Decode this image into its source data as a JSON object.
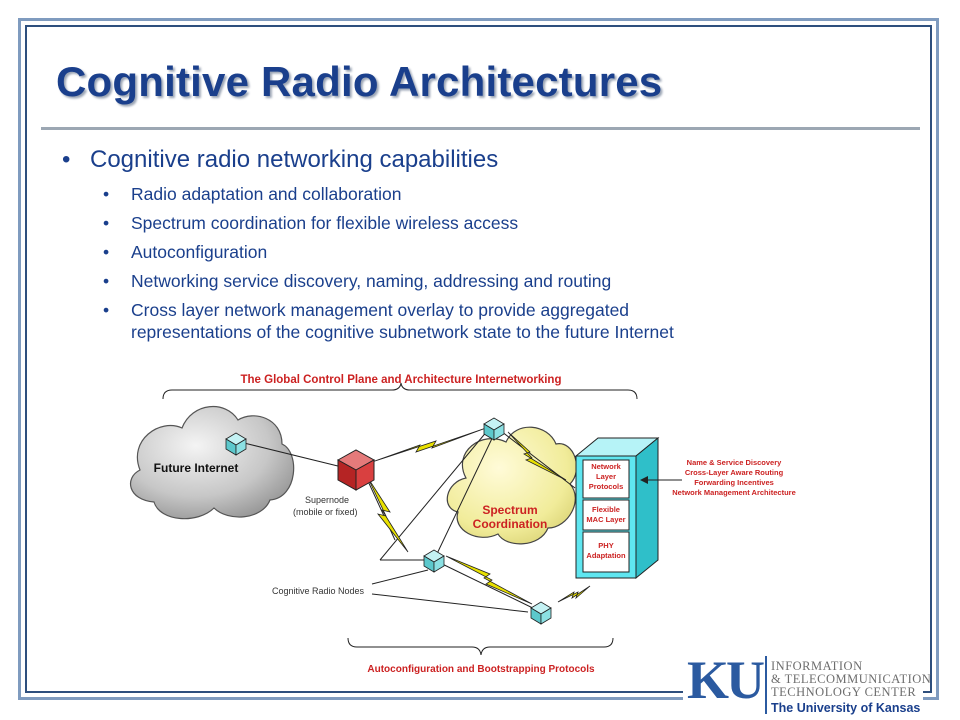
{
  "slide": {
    "title": "Cognitive Radio Architectures",
    "bullet_main": "Cognitive radio networking capabilities",
    "sub_bullets": [
      "Radio adaptation and collaboration",
      "Spectrum coordination for flexible wireless access",
      "Autoconfiguration",
      "Networking service discovery, naming, addressing and routing",
      "Cross layer network management overlay to provide aggregated",
      "representations of the cognitive subnetwork state to the future Internet"
    ]
  },
  "diagram": {
    "top_label": "The Global Control Plane and Architecture Internetworking",
    "bottom_label": "Autoconfiguration and Bootstrapping Protocols",
    "cloud_label": "Future Internet",
    "spectrum_label_1": "Spectrum",
    "spectrum_label_2": "Coordination",
    "supernode_label_1": "Supernode",
    "supernode_label_2": "(mobile or fixed)",
    "nodes_label": "Cognitive Radio Nodes",
    "stack": {
      "network_1": "Network",
      "network_2": "Layer",
      "network_3": "Protocols",
      "mac_1": "Flexible",
      "mac_2": "MAC Layer",
      "phy_1": "PHY",
      "phy_2": "Adaptation"
    },
    "features": [
      "Name & Service Discovery",
      "Cross-Layer Aware Routing",
      "Forwarding Incentives",
      "Network Management Architecture"
    ]
  },
  "logo": {
    "mark": "KU",
    "line1": "INFORMATION",
    "line2": "& TELECOMMUNICATION",
    "line3": "TECHNOLOGY CENTER",
    "university": "The University of Kansas"
  },
  "colors": {
    "title": "#1a3f8c",
    "label_red": "#cc2222",
    "stack_cyan": "#5fe6f0",
    "node_cyan": "#7fe2e6",
    "lightning": "#e8e000",
    "supernode_red": "#c83030",
    "spectrum_yellow": "#f3ef9c"
  },
  "icons": {
    "bullet": "bullet-icon",
    "node": "radio-node-icon",
    "supernode": "supernode-icon",
    "link": "lightning-icon"
  }
}
